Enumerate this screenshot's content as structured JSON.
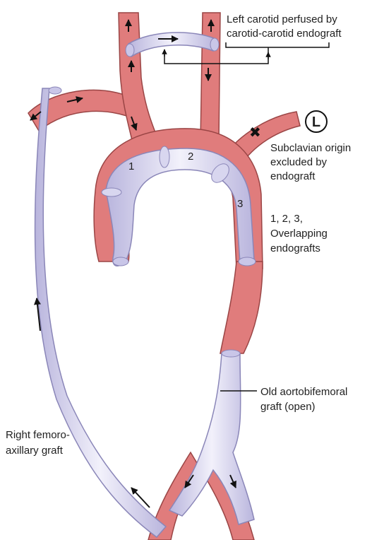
{
  "labels": {
    "carotid_line1": "Left carotid perfused by",
    "carotid_line2": "carotid-carotid endograft",
    "side_marker": "L",
    "subclavian_line1": "Subclavian origin",
    "subclavian_line2": "excluded by",
    "subclavian_line3": "endograft",
    "overlap_line1": "1, 2, 3,",
    "overlap_line2": "Overlapping",
    "overlap_line3": "endografts",
    "old_graft_line1": "Old aortobifemoral",
    "old_graft_line2": "graft (open)",
    "femoro_line1": "Right femoro-",
    "femoro_line2": "axillary graft"
  },
  "graft_numbers": [
    "1",
    "2",
    "3"
  ],
  "colors": {
    "artery": "#e07c7c",
    "artery_dark": "#c85c5c",
    "graft": "#d8d6ef",
    "graft_edge": "#8a86b8",
    "outline": "#8a3a3a"
  }
}
